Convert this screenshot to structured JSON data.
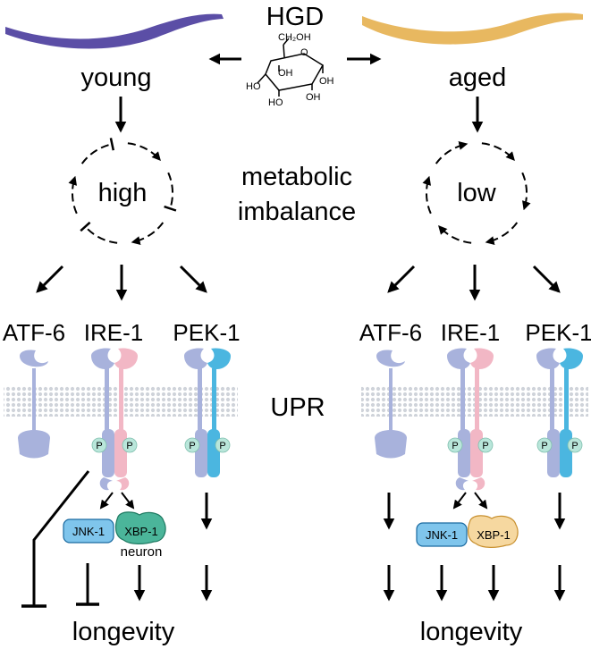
{
  "center": {
    "compound": "HGD",
    "chem_groups": [
      "CH₂OH",
      "O",
      "OH",
      "HO",
      "HO",
      "OH",
      "OH"
    ],
    "middle_label_line1": "metabolic",
    "middle_label_line2": "imbalance",
    "upr_label": "UPR"
  },
  "left": {
    "worm_color": "#5b4ea6",
    "age_label": "young",
    "cycle_label": "high",
    "sensors": [
      "ATF-6",
      "IRE-1",
      "PEK-1"
    ],
    "jnk_label": "JNK-1",
    "xbp_label": "XBP-1",
    "xbp_color": "#4bb59a",
    "xbp_note": "neuron",
    "outcome": "longevity"
  },
  "right": {
    "worm_color": "#e8b860",
    "age_label": "aged",
    "cycle_label": "low",
    "sensors": [
      "ATF-6",
      "IRE-1",
      "PEK-1"
    ],
    "jnk_label": "JNK-1",
    "xbp_label": "XBP-1",
    "xbp_color": "#f6d8a0",
    "outcome": "longevity"
  },
  "phospho_label": "P",
  "colors": {
    "atf6": "#a8b2dc",
    "ire1_a": "#a8b2dc",
    "ire1_b": "#f2b7c5",
    "pek1_a": "#a8b2dc",
    "pek1_b": "#4bb6e0",
    "phospho": "#b9e6da",
    "jnk": "#7fc5ec",
    "membrane": "#c9ced6"
  }
}
